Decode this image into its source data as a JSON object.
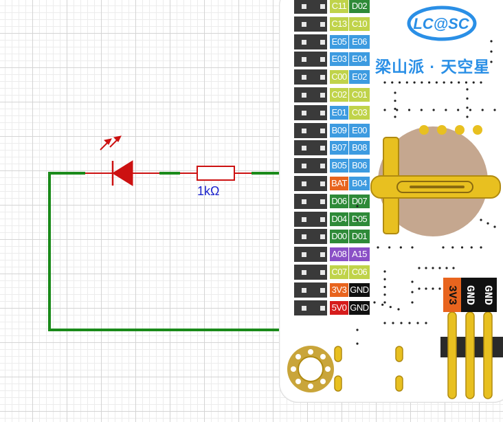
{
  "schematic": {
    "resistor_value": "1kΩ"
  },
  "board": {
    "logo_text": "LC@SC",
    "title": "梁山派 · 天空星",
    "pin_rows": [
      {
        "a": "C11",
        "b": "D02",
        "ca": "#c0d34a",
        "cb": "#2e8a38",
        "ta": "#ffffff",
        "tb": "#ffffff"
      },
      {
        "a": "C13",
        "b": "C10",
        "ca": "#c0d34a",
        "cb": "#c0d34a",
        "ta": "#ffffff",
        "tb": "#ffffff"
      },
      {
        "a": "E05",
        "b": "E06",
        "ca": "#3d9be0",
        "cb": "#3d9be0",
        "ta": "#ffffff",
        "tb": "#ffffff"
      },
      {
        "a": "E03",
        "b": "E04",
        "ca": "#3d9be0",
        "cb": "#3d9be0",
        "ta": "#ffffff",
        "tb": "#ffffff"
      },
      {
        "a": "C00",
        "b": "E02",
        "ca": "#c0d34a",
        "cb": "#3d9be0",
        "ta": "#ffffff",
        "tb": "#ffffff"
      },
      {
        "a": "C02",
        "b": "C01",
        "ca": "#c0d34a",
        "cb": "#c0d34a",
        "ta": "#ffffff",
        "tb": "#ffffff"
      },
      {
        "a": "E01",
        "b": "C03",
        "ca": "#3d9be0",
        "cb": "#c0d34a",
        "ta": "#ffffff",
        "tb": "#ffffff"
      },
      {
        "a": "B09",
        "b": "E00",
        "ca": "#3d9be0",
        "cb": "#3d9be0",
        "ta": "#ffffff",
        "tb": "#ffffff"
      },
      {
        "a": "B07",
        "b": "B08",
        "ca": "#3d9be0",
        "cb": "#3d9be0",
        "ta": "#ffffff",
        "tb": "#ffffff"
      },
      {
        "a": "B05",
        "b": "B06",
        "ca": "#3d9be0",
        "cb": "#3d9be0",
        "ta": "#ffffff",
        "tb": "#ffffff"
      },
      {
        "a": "BAT",
        "b": "B04",
        "ca": "#e8641e",
        "cb": "#3d9be0",
        "ta": "#ffffff",
        "tb": "#ffffff"
      },
      {
        "a": "D06",
        "b": "D07",
        "ca": "#2e8a38",
        "cb": "#2e8a38",
        "ta": "#ffffff",
        "tb": "#ffffff"
      },
      {
        "a": "D04",
        "b": "D05",
        "ca": "#2e8a38",
        "cb": "#2e8a38",
        "ta": "#ffffff",
        "tb": "#ffffff"
      },
      {
        "a": "D00",
        "b": "D01",
        "ca": "#2e8a38",
        "cb": "#2e8a38",
        "ta": "#ffffff",
        "tb": "#ffffff"
      },
      {
        "a": "A08",
        "b": "A15",
        "ca": "#8a4fc6",
        "cb": "#8a4fc6",
        "ta": "#ffffff",
        "tb": "#ffffff"
      },
      {
        "a": "C07",
        "b": "C06",
        "ca": "#c0d34a",
        "cb": "#c0d34a",
        "ta": "#ffffff",
        "tb": "#ffffff"
      },
      {
        "a": "3V3",
        "b": "GND",
        "ca": "#e8641e",
        "cb": "#111111",
        "ta": "#ffffff",
        "tb": "#ffffff"
      },
      {
        "a": "5V0",
        "b": "GND",
        "ca": "#d61c1c",
        "cb": "#111111",
        "ta": "#ffffff",
        "tb": "#ffffff"
      }
    ],
    "bottom_header": [
      {
        "label": "3V3",
        "bg": "#e8641e",
        "fg": "#111111"
      },
      {
        "label": "GND",
        "bg": "#111111",
        "fg": "#ffffff"
      },
      {
        "label": "GND",
        "bg": "#111111",
        "fg": "#ffffff"
      }
    ]
  },
  "colors": {
    "wire": "#1a8a1a",
    "component": "#cc1111",
    "label": "#1a22cc",
    "header": "#3a3a3a",
    "gold": "#e8c020"
  }
}
